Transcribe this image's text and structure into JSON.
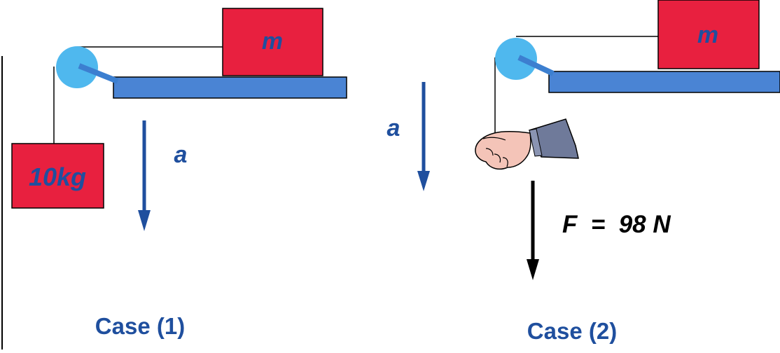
{
  "colors": {
    "block_fill": "#e8203f",
    "table_fill": "#4a84d4",
    "pulley_fill": "#4fb8ee",
    "pulley_arm": "#3c7fd0",
    "accel_arrow": "#1f4f9e",
    "force_arrow": "#000000",
    "text_blue": "#1f4f9e",
    "text_black": "#000000",
    "string": "#000000",
    "sleeve": "#6f7a9a",
    "hand": "#f4c4b8"
  },
  "case1": {
    "block_label": "m",
    "hanging_label": "10kg",
    "accel_label": "a",
    "caption": "Case (1)"
  },
  "case2": {
    "block_label": "m",
    "accel_label": "a",
    "force_label": "F  =  98 N",
    "caption": "Case (2)"
  },
  "icons": {
    "hand": "hand-pulling-icon",
    "pulley": "pulley-icon"
  }
}
